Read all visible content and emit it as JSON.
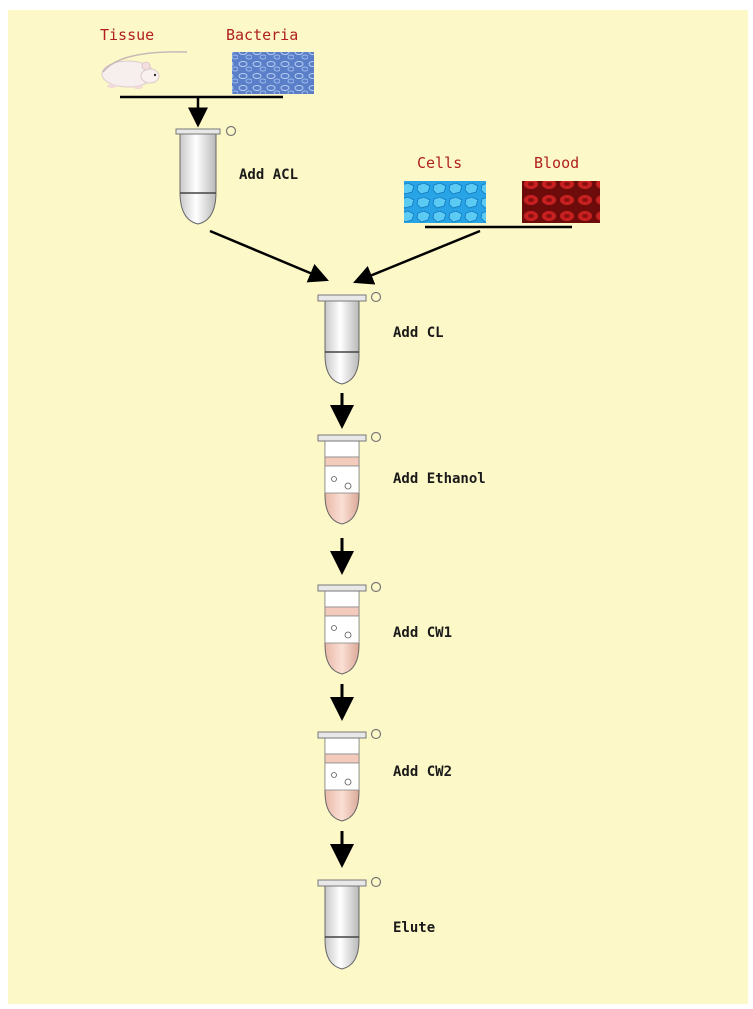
{
  "sources": {
    "tissue": "Tissue",
    "bacteria": "Bacteria",
    "cells": "Cells",
    "blood": "Blood"
  },
  "steps": {
    "acl": "Add ACL",
    "cl": "Add CL",
    "ethanol": "Add Ethanol",
    "cw1": "Add CW1",
    "cw2": "Add CW2",
    "elute": "Elute"
  },
  "colors": {
    "background": "#fdf8c8",
    "source_label": "#b02020",
    "arrow": "#000000"
  }
}
